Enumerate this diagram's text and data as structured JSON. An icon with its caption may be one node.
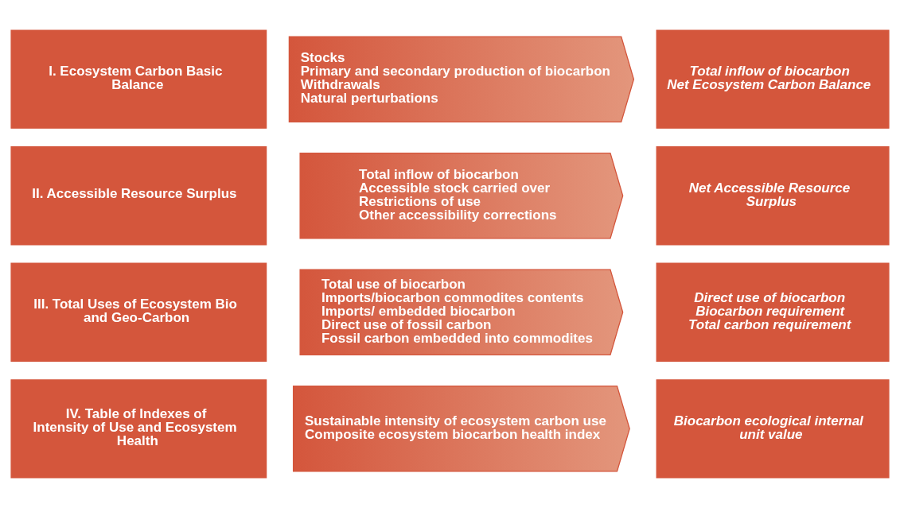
{
  "diagram": {
    "nodes": [
      {
        "text": [
          "I. Ecosystem Carbon Basic Balance"
        ]
      },
      {
        "text": [
          "Stocks",
          "Primary and secondary production of biocarbon",
          "Withdrawals",
          "Natural perturbations"
        ]
      },
      {
        "text": [
          "Total inflow of biocarbon",
          "Net Ecosystem Carbon Balance"
        ]
      },
      {
        "text": [
          "II. Accessible Resource Surplus"
        ]
      },
      {
        "text": [
          "Total inflow of biocarbon",
          "Accessible stock carried over",
          "Restrictions of use",
          "Other accessibility corrections"
        ]
      },
      {
        "text": [
          "Net Accessible Resource Surplus"
        ]
      },
      {
        "text": [
          "III. Total Uses of Ecosystem Bio and Geo-Carbon"
        ]
      },
      {
        "text": [
          "Total use of biocarbon",
          "Imports/biocarbon commodites contents",
          "Imports/ embedded biocarbon",
          "Direct use of fossil carbon",
          "Fossil carbon embedded into commodites"
        ]
      },
      {
        "text": [
          "Direct use of biocarbon Biocarbon requirement",
          "Total carbon requirement"
        ]
      },
      {
        "text": [
          "IV. Table of Indexes of Intensity of Use and Ecosystem Health"
        ]
      },
      {
        "text": [
          "Sustainable intensity of ecosystem carbon use",
          "Composite ecosystem biocarbon health index"
        ]
      },
      {
        "text": [
          "Biocarbon ecological internal unit value"
        ]
      }
    ],
    "edges": []
  }
}
